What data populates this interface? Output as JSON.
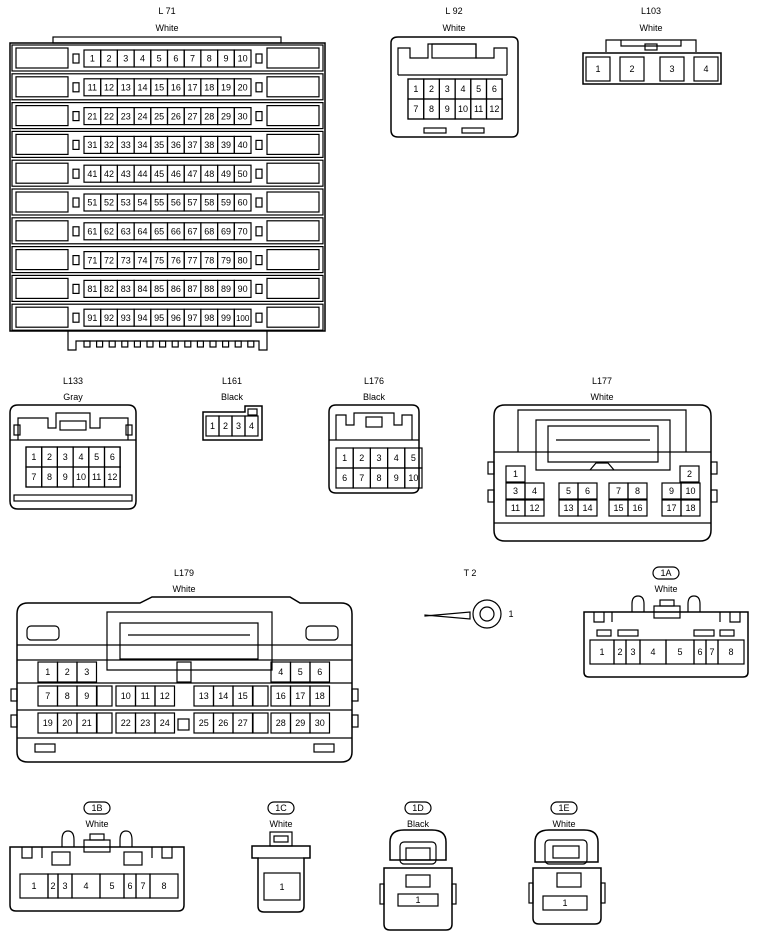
{
  "connectors": {
    "L71": {
      "code": "L 71",
      "color": "White"
    },
    "L92": {
      "code": "L 92",
      "color": "White"
    },
    "L103": {
      "code": "L103",
      "color": "White"
    },
    "L133": {
      "code": "L133",
      "color": "Gray"
    },
    "L161": {
      "code": "L161",
      "color": "Black"
    },
    "L176": {
      "code": "L176",
      "color": "Black"
    },
    "L177": {
      "code": "L177",
      "color": "White"
    },
    "L179": {
      "code": "L179",
      "color": "White"
    },
    "T2": {
      "code": "T 2",
      "terminal": "1"
    },
    "1A": {
      "code": "1A",
      "color": "White"
    },
    "1B": {
      "code": "1B",
      "color": "White"
    },
    "1C": {
      "code": "1C",
      "color": "White"
    },
    "1D": {
      "code": "1D",
      "color": "Black"
    },
    "1E": {
      "code": "1E",
      "color": "White"
    }
  },
  "pins": {
    "L92": [
      "1",
      "2",
      "3",
      "4",
      "5",
      "6",
      "7",
      "8",
      "9",
      "10",
      "11",
      "12"
    ],
    "L103": [
      "1",
      "2",
      "3",
      "4"
    ],
    "L133": [
      "1",
      "2",
      "3",
      "4",
      "5",
      "6",
      "7",
      "8",
      "9",
      "10",
      "11",
      "12"
    ],
    "L161": [
      "1",
      "2",
      "3",
      "4"
    ],
    "L176": [
      "1",
      "2",
      "3",
      "4",
      "5",
      "6",
      "7",
      "8",
      "9",
      "10"
    ],
    "L177": [
      "1",
      "2",
      "3",
      "4",
      "5",
      "6",
      "7",
      "8",
      "9",
      "10",
      "11",
      "12",
      "13",
      "14",
      "15",
      "16",
      "17",
      "18"
    ],
    "1A": [
      "1",
      "2",
      "3",
      "4",
      "5",
      "6",
      "7",
      "8"
    ],
    "1B": [
      "1",
      "2",
      "3",
      "4",
      "5",
      "6",
      "7",
      "8"
    ],
    "1C": [
      "1"
    ],
    "1D": [
      "1"
    ],
    "1E": [
      "1"
    ]
  }
}
